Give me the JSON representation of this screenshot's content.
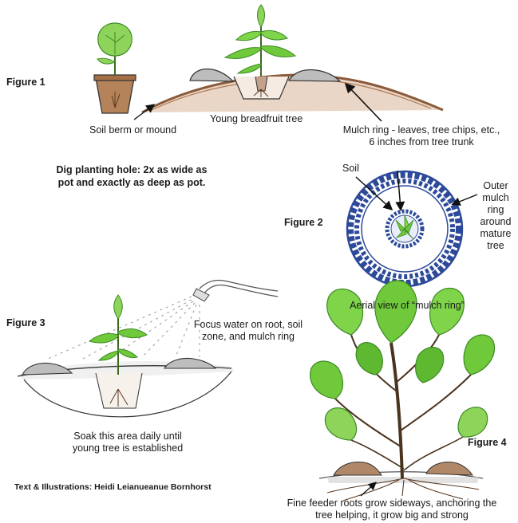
{
  "figure1": {
    "label": "Figure 1",
    "berm_label": "Soil berm or mound",
    "tree_label": "Young breadfruit tree",
    "mulch_line1": "Mulch ring - leaves, tree chips, etc.,",
    "mulch_line2": "6 inches from tree trunk",
    "instruction_line1": "Dig planting hole: 2x as wide as",
    "instruction_line2": "pot and exactly as deep as pot."
  },
  "figure2": {
    "label": "Figure 2",
    "soil_label": "Soil",
    "outer_line1": "Outer",
    "outer_line2": "mulch",
    "outer_line3": "ring",
    "outer_line4": "around",
    "outer_line5": "mature",
    "outer_line6": "tree",
    "caption": "Aerial view of “mulch ring”"
  },
  "figure3": {
    "label": "Figure 3",
    "focus_line1": "Focus water on root, soil",
    "focus_line2": "zone, and mulch ring",
    "soak_line1": "Soak this area daily until",
    "soak_line2": "young tree is established"
  },
  "figure4": {
    "label": "Figure 4",
    "roots_line1": "Fine feeder roots grow sideways, anchoring the",
    "roots_line2": "tree helping, it grow big and strong"
  },
  "credit": "Text & Illustrations: Heidi Leianueanue Bornhorst",
  "colors": {
    "leaf_green": "#6fc93a",
    "leaf_dark": "#3d8a25",
    "soil_brown": "#8a5a3a",
    "pot_brown": "#b5835a",
    "mulch_blue": "#2d4a9a",
    "ink": "#333333"
  }
}
